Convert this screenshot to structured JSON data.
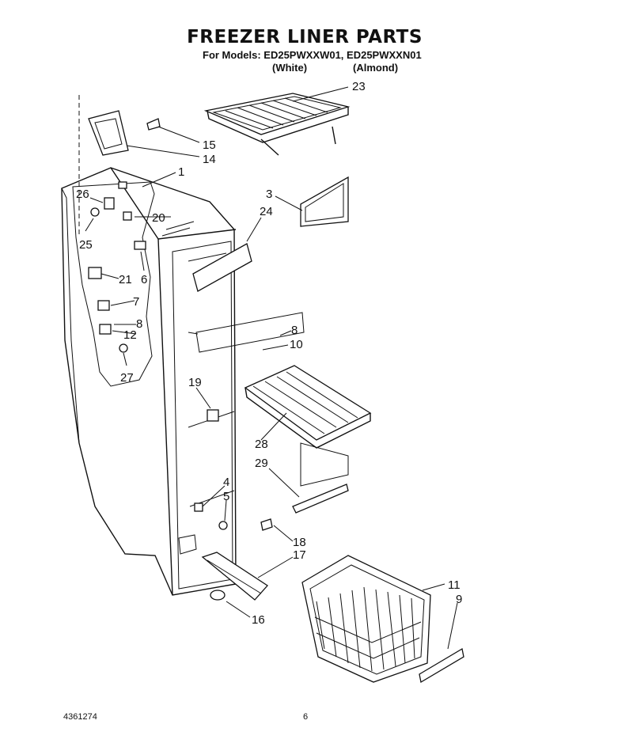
{
  "title": "FREEZER LINER PARTS",
  "subtitle": "For Models: ED25PWXXW01, ED25PWXXN01",
  "variant_white": "(White)",
  "variant_almond": "(Almond)",
  "footer_left": "4361274",
  "footer_page": "6",
  "callouts": {
    "c1": "1",
    "c3": "3",
    "c4": "4",
    "c5": "5",
    "c6": "6",
    "c7": "7",
    "c8a": "8",
    "c8b": "8",
    "c9": "9",
    "c10": "10",
    "c11": "11",
    "c12": "12",
    "c14": "14",
    "c15": "15",
    "c16": "16",
    "c17": "17",
    "c18": "18",
    "c19": "19",
    "c20": "20",
    "c21": "21",
    "c23": "23",
    "c24": "24",
    "c25": "25",
    "c26": "26",
    "c27": "27",
    "c28": "28",
    "c29": "29"
  }
}
